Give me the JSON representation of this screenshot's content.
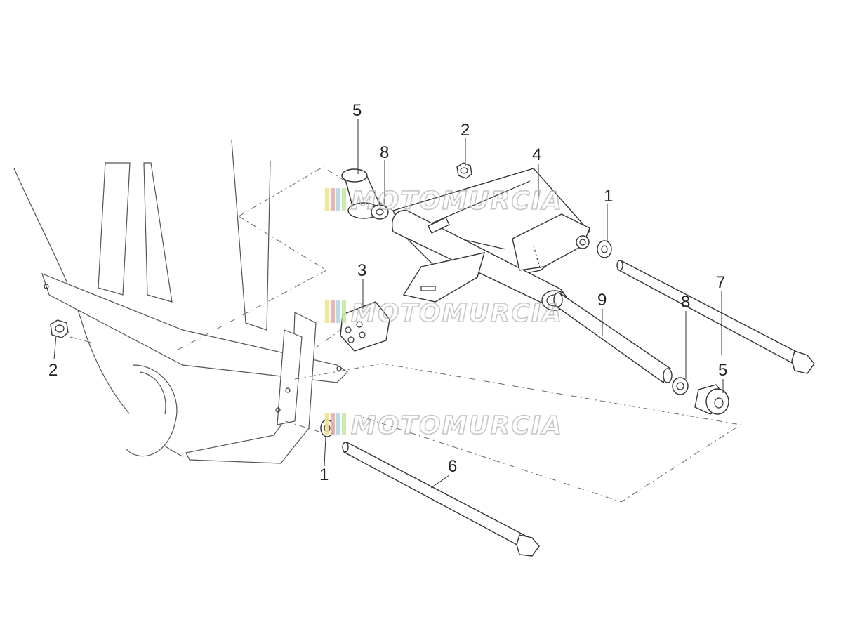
{
  "watermark": {
    "text": "MOTOMURCIA",
    "stripe_colors": [
      "#f4e27a",
      "#f2a4a4",
      "#a8d8e8",
      "#c8e6a0"
    ]
  },
  "callouts": {
    "c1_top": "1",
    "c1_bottom": "1",
    "c2_top": "2",
    "c2_left": "2",
    "c3": "3",
    "c4": "4",
    "c5_top": "5",
    "c5_right": "5",
    "c6": "6",
    "c7": "7",
    "c8_top": "8",
    "c8_right": "8",
    "c9": "9"
  }
}
